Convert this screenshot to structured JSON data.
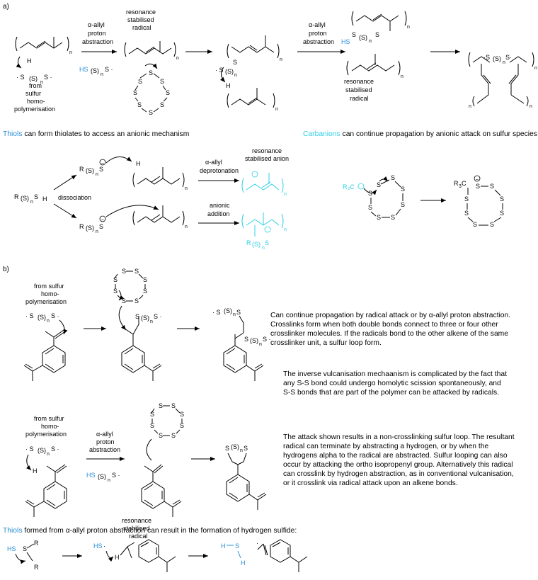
{
  "panel_a": {
    "label": "a)",
    "step1_label_1": "α-allyl",
    "step1_label_2": "proton",
    "step1_label_3": "abstraction",
    "resonance_radical_1": "resonance",
    "resonance_radical_2": "stabilised",
    "resonance_radical_3": "radical",
    "from_sulfur_1": "from",
    "from_sulfur_2": "sulfur",
    "from_sulfur_3": "homo-",
    "from_sulfur_4": "polymerisation",
    "hs_label": "HS",
    "thiols_word": "Thiols",
    "thiols_rest": "can form thiolates to access an anionic mechanism",
    "carbanions_word": "Carbanions",
    "carbanions_rest": "can continue propagation by anionic attack on sulfur species",
    "deprot_1": "α-allyl",
    "deprot_2": "deprotonation",
    "res_anion_1": "resonance",
    "res_anion_2": "stabilised anion",
    "dissociation": "dissociation",
    "anionic_1": "anionic",
    "anionic_2": "addition",
    "r3c": "R₃C"
  },
  "panel_b": {
    "label": "b)",
    "from_sulfur_1": "from sulfur",
    "from_sulfur_2": "homo-",
    "from_sulfur_3": "polymerisation",
    "para1": [
      "Can continue propagation by radical attack or by α-allyl proton abstraction.",
      "Crosslinks form when both double bonds connect to three or four other",
      "crosslinker molecules. If the radicals bond to the other alkene of the same",
      "crosslinker unit, a sulfur loop form."
    ],
    "para2": [
      "The inverse vulcanisation mechaanism is complicated by the fact that",
      "any S-S bond could undergo homolytic scission spontaneously, and",
      "S-S bonds that are part of the polymer can be attacked by radicals."
    ],
    "para3": [
      "The attack shown results in a non-crosslinking sulfur loop. The resultant",
      "radical can terminate by abstracting a hydrogen, or by when the",
      "hydrogens alpha to the radical are abstracted. Sulfur looping can also",
      "occur by attacking the ortho isopropenyl group. Alternatively this radical",
      "can crosslink by hydrogen abstraction, as in conventional vulcanisation,",
      "or it crosslink via radical attack upon an alkene bonds."
    ],
    "abstr_1": "α-allyl",
    "abstr_2": "proton",
    "abstr_3": "abstraction",
    "res_1": "resonance",
    "res_2": "stabilised",
    "res_3": "radical",
    "hs_label": "HS",
    "thiols_word": "Thiols",
    "thiols_rest": "formed from α-allyl proton abstraction can result in the formation of hydrogen sulfide:"
  },
  "colors": {
    "thiol_blue": "#2a8fd6",
    "carbanion_cyan": "#2fd0e6"
  }
}
